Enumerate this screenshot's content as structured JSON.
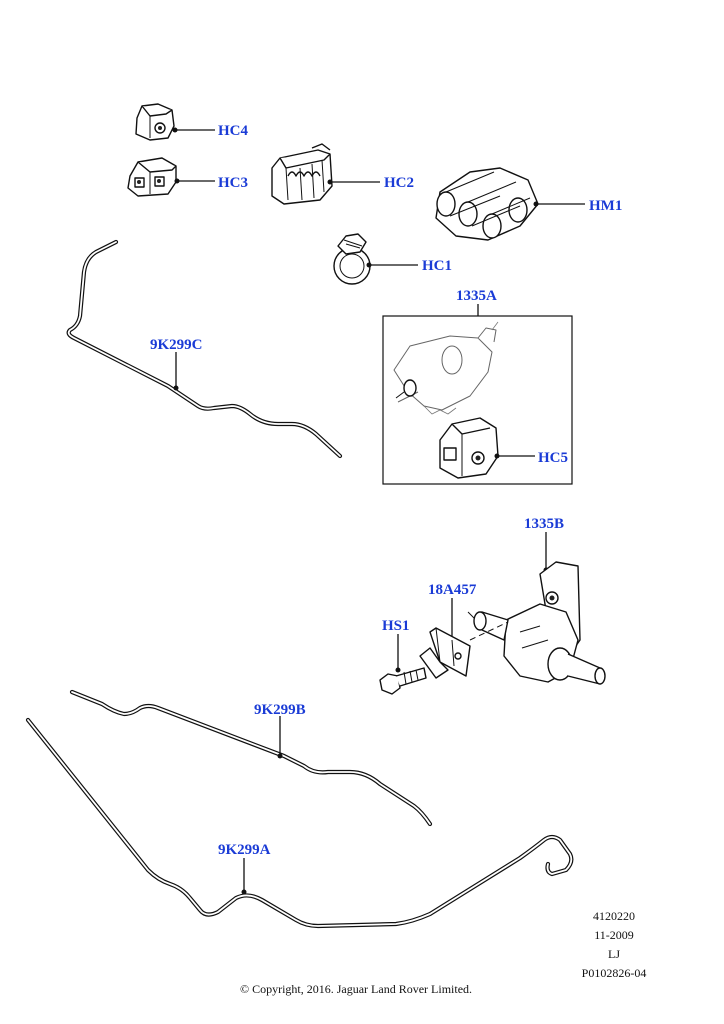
{
  "callouts": {
    "hc4": "HC4",
    "hc3": "HC3",
    "hc2": "HC2",
    "hm1": "HM1",
    "hc1": "HC1",
    "k299c": "9K299C",
    "a1335": "1335A",
    "hc5": "HC5",
    "b1335": "1335B",
    "a18457": "18A457",
    "hs1": "HS1",
    "k299b": "9K299B",
    "k299a": "9K299A"
  },
  "footer": {
    "ref_number": "4120220",
    "date": "11-2009",
    "initials": "LJ",
    "part_code": "P0102826-04",
    "copyright": "© Copyright, 2016. Jaguar Land Rover Limited."
  },
  "colors": {
    "label": "#1a3bd6",
    "line": "#111111",
    "background": "#ffffff"
  }
}
